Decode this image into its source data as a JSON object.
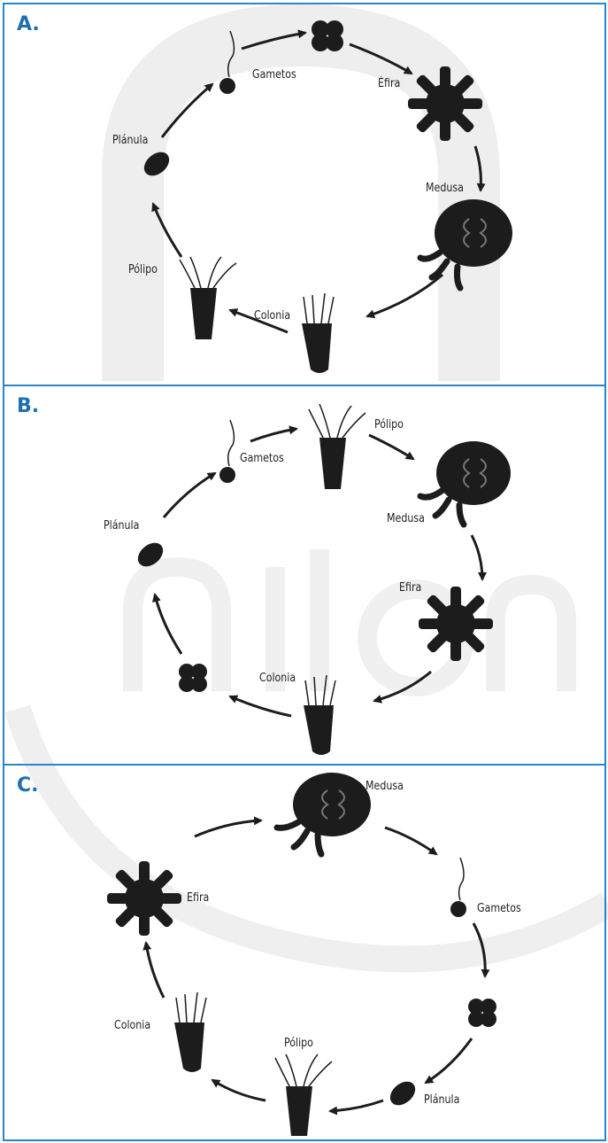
{
  "panels": [
    {
      "letter": "A.",
      "labels": {
        "gametos": "Gametos",
        "efira": "Éfira",
        "medusa": "Medusa",
        "colonia": "Colonia",
        "polipo": "Pólipo",
        "planula": "Plánula"
      }
    },
    {
      "letter": "B.",
      "labels": {
        "gametos": "Gametos",
        "polipo": "Pólipo",
        "medusa": "Medusa",
        "efira": "Efira",
        "colonia": "Colonia",
        "planula": "Plánula"
      }
    },
    {
      "letter": "C.",
      "labels": {
        "medusa": "Medusa",
        "gametos": "Gametos",
        "efira": "Efira",
        "colonia": "Colonia",
        "polipo": "Pólipo",
        "planula": "Plánula"
      }
    }
  ],
  "colors": {
    "border": "#2a86c8",
    "letter": "#1f6fae",
    "organism": "#1c1c1c",
    "watermark": "#ececec"
  }
}
